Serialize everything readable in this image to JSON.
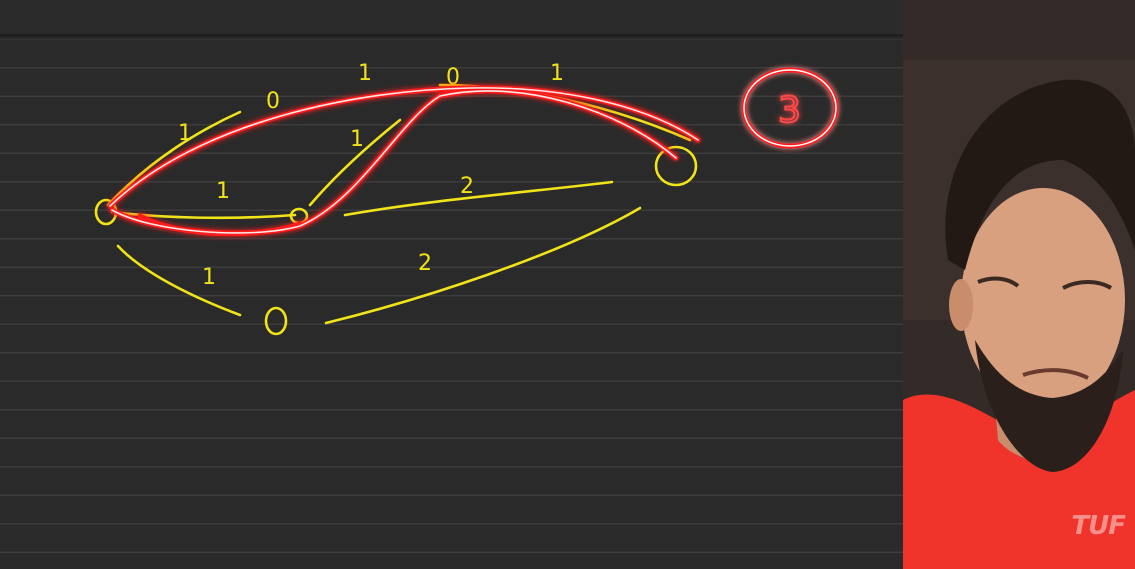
{
  "board": {
    "edge_weights": {
      "top_left_1": "1",
      "top_0": "0",
      "top_1": "1",
      "top_0_right": "0",
      "top_right_1": "1",
      "mid_1": "1",
      "inner_1": "1",
      "right_2": "2",
      "bottom_left_1": "1",
      "bottom_2": "2"
    },
    "nodes": {
      "left": "0",
      "middle": "0",
      "bottom": "0"
    },
    "answer": "3"
  },
  "colors": {
    "ink": "#f1e31a",
    "highlight": "#ff1a1a",
    "board": "#2a2a2a",
    "shirt": "#f0342b"
  },
  "watermark": {
    "text": "TUF"
  }
}
